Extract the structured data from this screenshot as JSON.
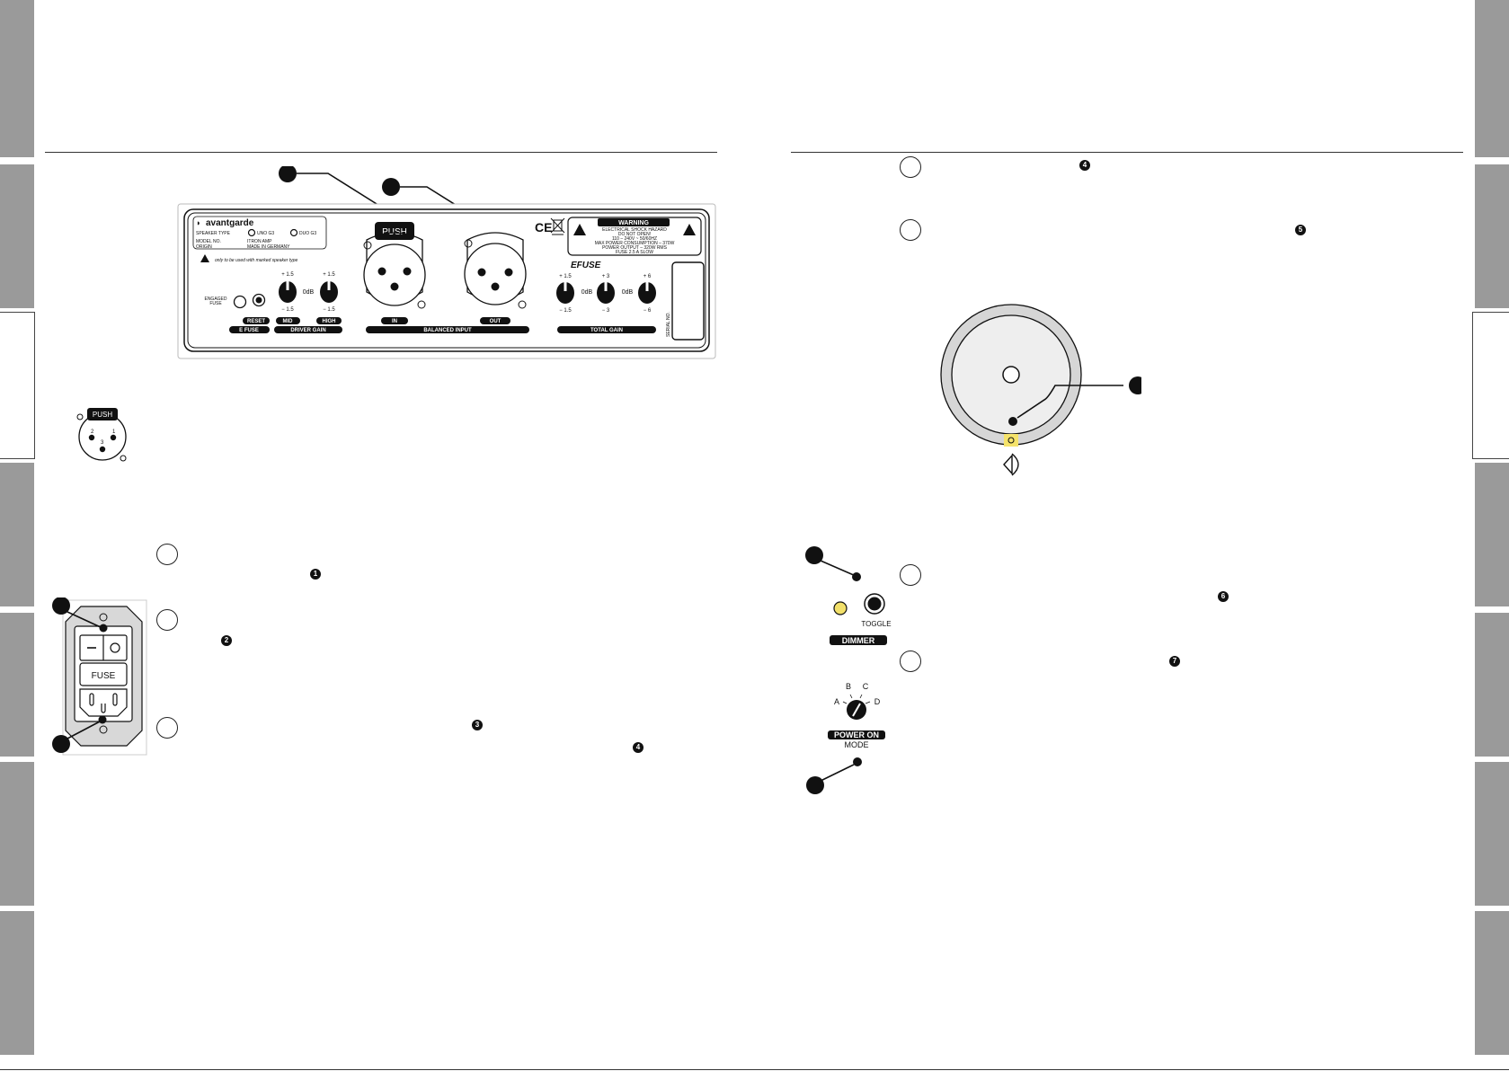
{
  "panel": {
    "brand": "avantgarde",
    "speaker_type_label": "SPEAKER TYPE",
    "uno_label": "UNO G3",
    "duo_label": "DUO G3",
    "model_label": "MODEL NO.",
    "model_value": "ITRON AMP",
    "origin_label": "ORIGIN",
    "origin_value": "MADE IN GERMANY",
    "warning_note": "only to be used with marked speaker type",
    "engaged_fuse": [
      "ENGAGED",
      "FUSE"
    ],
    "reset_label": "RESET",
    "efuse_label": "E FUSE",
    "mid_label": "MID",
    "high_label": "HIGH",
    "driver_gain_label": "DRIVER GAIN",
    "mid_plus": "+ 1.5",
    "mid_minus": "− 1.5",
    "high_plus": "+ 1.5",
    "high_minus": "− 1.5",
    "zero_db": "0dB",
    "push_label": "PUSH",
    "in_label": "IN",
    "out_label": "OUT",
    "balanced_input_label": "BALANCED INPUT",
    "ce_mark": "CE",
    "warning_title": "WARNING",
    "warning_lines": [
      "ELECTRICAL SHOCK HAZARD",
      "DO NOT OPEN!",
      "110 – 240V ~ 50/60HZ",
      "MAX POWER CONSUMPTION – 370W",
      "POWER OUTPUT – 320W RMS",
      "FUSE 2.5 A SLOW"
    ],
    "efuse_logo": "EFUSE",
    "total_gain": {
      "k1_plus": "+ 1.5",
      "k1_minus": "− 1.5",
      "k2_plus": "+ 3",
      "k2_minus": "− 3",
      "k3_plus": "+ 6",
      "k3_minus": "− 6",
      "zero1": "0dB",
      "zero2": "0dB",
      "label": "TOTAL GAIN"
    },
    "serial_label": "SERIAL NO."
  },
  "xlr_detail": {
    "push_label": "PUSH",
    "pin1": "1",
    "pin2": "2",
    "pin3": "3"
  },
  "power_module": {
    "fuse_label": "FUSE"
  },
  "refs": {
    "r1": "1",
    "r2": "2",
    "r3": "3",
    "r4a": "4",
    "r4b": "4",
    "r5": "5",
    "r6": "6",
    "r7": "7"
  },
  "dimmer": {
    "toggle_label": "TOGGLE",
    "dimmer_label": "DIMMER",
    "led_color": "#f2e06a"
  },
  "mode_selector": {
    "a": "A",
    "b": "B",
    "c": "C",
    "d": "D",
    "power_on_label": "POWER ON",
    "mode_label": "MODE"
  },
  "colors": {
    "side_tab": "#9a9a9a",
    "highlight": "#f5e36b"
  }
}
